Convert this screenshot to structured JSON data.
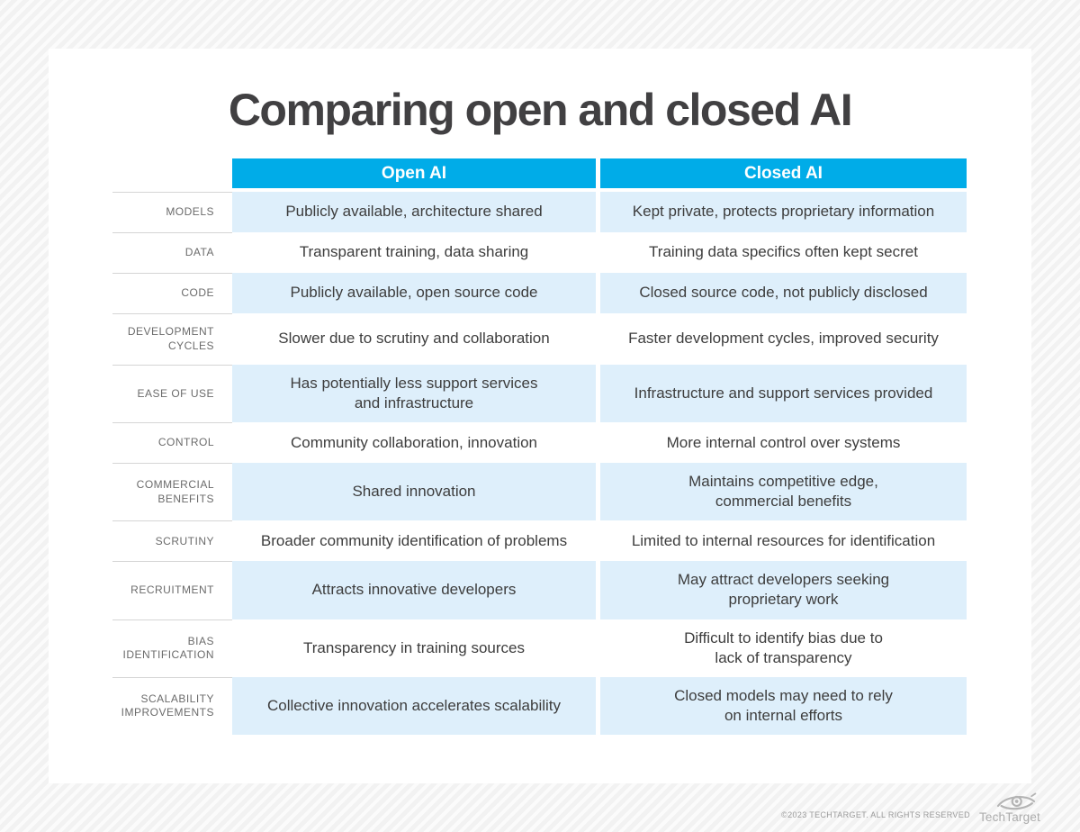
{
  "chart_data": {
    "type": "table",
    "title": "Comparing open and closed AI",
    "columns": [
      "Open AI",
      "Closed AI"
    ],
    "rows": [
      {
        "label": "MODELS",
        "open": "Publicly available, architecture shared",
        "closed": "Kept private, protects proprietary information"
      },
      {
        "label": "DATA",
        "open": "Transparent training, data sharing",
        "closed": "Training data specifics often kept secret"
      },
      {
        "label": "CODE",
        "open": "Publicly available, open source code",
        "closed": "Closed source code, not publicly disclosed"
      },
      {
        "label": "DEVELOPMENT\nCYCLES",
        "open": "Slower due to scrutiny and collaboration",
        "closed": "Faster development cycles, improved security"
      },
      {
        "label": "EASE OF USE",
        "open": "Has potentially less support services\nand infrastructure",
        "closed": "Infrastructure and support services provided"
      },
      {
        "label": "CONTROL",
        "open": "Community collaboration, innovation",
        "closed": "More internal control over systems"
      },
      {
        "label": "COMMERCIAL\nBENEFITS",
        "open": "Shared innovation",
        "closed": "Maintains competitive edge,\ncommercial benefits"
      },
      {
        "label": "SCRUTINY",
        "open": "Broader community identification of problems",
        "closed": "Limited to internal resources for identification"
      },
      {
        "label": "RECRUITMENT",
        "open": "Attracts innovative developers",
        "closed": "May attract developers seeking\nproprietary work"
      },
      {
        "label": "BIAS\nIDENTIFICATION",
        "open": "Transparency in training sources",
        "closed": "Difficult to identify bias due to\nlack of transparency"
      },
      {
        "label": "SCALABILITY\nIMPROVEMENTS",
        "open": "Collective innovation accelerates scalability",
        "closed": "Closed models may need to rely\non internal efforts"
      }
    ],
    "layout": {
      "legend": "none",
      "grid": "row-striped",
      "alt_row_indices": [
        0,
        2,
        4,
        6,
        8,
        10
      ]
    }
  },
  "footer": {
    "copyright": "©2023 TECHTARGET. ALL RIGHTS RESERVED",
    "brand": "TechTarget"
  },
  "colors": {
    "header_bg": "#00ACE8",
    "row_alt_bg": "#DEEFFB",
    "title_text": "#414042",
    "cell_text": "#3D3D3D",
    "label_text": "#6B6B6B"
  }
}
